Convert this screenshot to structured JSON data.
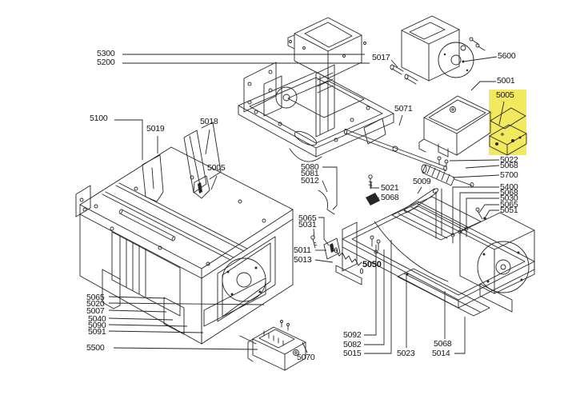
{
  "figure": {
    "type": "exploded-parts-diagram",
    "background": "#ffffff",
    "line_color": "#262626",
    "label_color": "#141414",
    "highlight_color": "#f2e95e",
    "highlighted_part": "5005"
  },
  "callouts": [
    {
      "label": "5300"
    },
    {
      "label": "5200"
    },
    {
      "label": "5100"
    },
    {
      "label": "5019"
    },
    {
      "label": "5018"
    },
    {
      "label": "5005"
    },
    {
      "label": "5065"
    },
    {
      "label": "5020"
    },
    {
      "label": "5007"
    },
    {
      "label": "5040"
    },
    {
      "label": "5090"
    },
    {
      "label": "5091"
    },
    {
      "label": "5500"
    },
    {
      "label": "5070"
    },
    {
      "label": "5080"
    },
    {
      "label": "5081"
    },
    {
      "label": "5012"
    },
    {
      "label": "5065"
    },
    {
      "label": "5031"
    },
    {
      "label": "5011"
    },
    {
      "label": "5013"
    },
    {
      "label": "5050"
    },
    {
      "label": "5092"
    },
    {
      "label": "5082"
    },
    {
      "label": "5015"
    },
    {
      "label": "5023"
    },
    {
      "label": "5068"
    },
    {
      "label": "5014"
    },
    {
      "label": "5021"
    },
    {
      "label": "5068"
    },
    {
      "label": "5009"
    },
    {
      "label": "5017"
    },
    {
      "label": "5071"
    },
    {
      "label": "5600"
    },
    {
      "label": "5001"
    },
    {
      "label": "5005"
    },
    {
      "label": "5022"
    },
    {
      "label": "5068"
    },
    {
      "label": "5700"
    },
    {
      "label": "5400"
    },
    {
      "label": "5068"
    },
    {
      "label": "5030"
    },
    {
      "label": "5065"
    },
    {
      "label": "5051"
    }
  ]
}
